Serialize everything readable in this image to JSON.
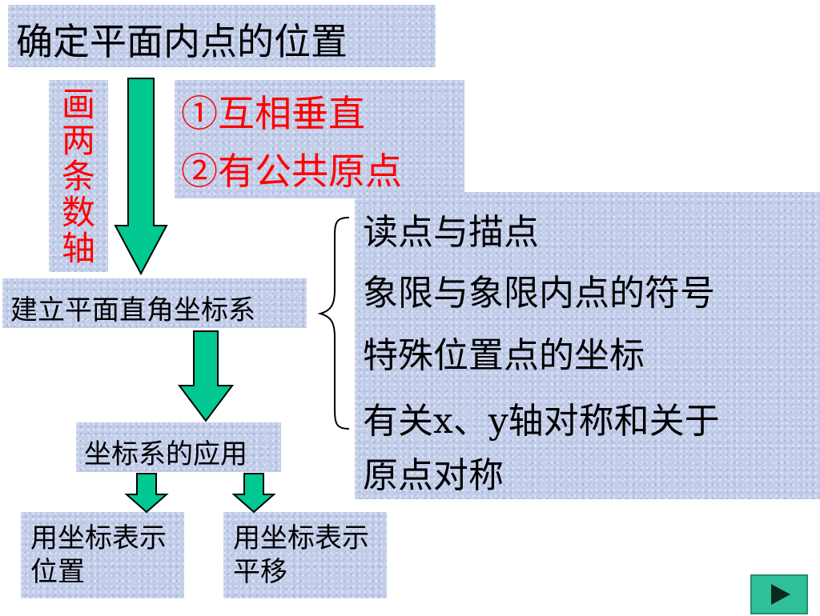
{
  "title": "确定平面内点的位置",
  "vertical_label": "画两条数轴",
  "conditions": [
    "①互相垂直",
    "②有公共原点"
  ],
  "establish": "建立平面直角坐标系",
  "details": [
    "读点与描点",
    "象限与象限内点的符号",
    "特殊位置点的坐标",
    "有关x、y轴对称和关于",
    "原点对称"
  ],
  "application": "坐标系的应用",
  "leaves": [
    "用坐标表示位置",
    "用坐标表示平移"
  ],
  "icons": {
    "next": "play-arrow-icon"
  },
  "colors": {
    "arrow": "#00c890",
    "highlight": "#ff0000",
    "panel": "#c2cde8"
  }
}
